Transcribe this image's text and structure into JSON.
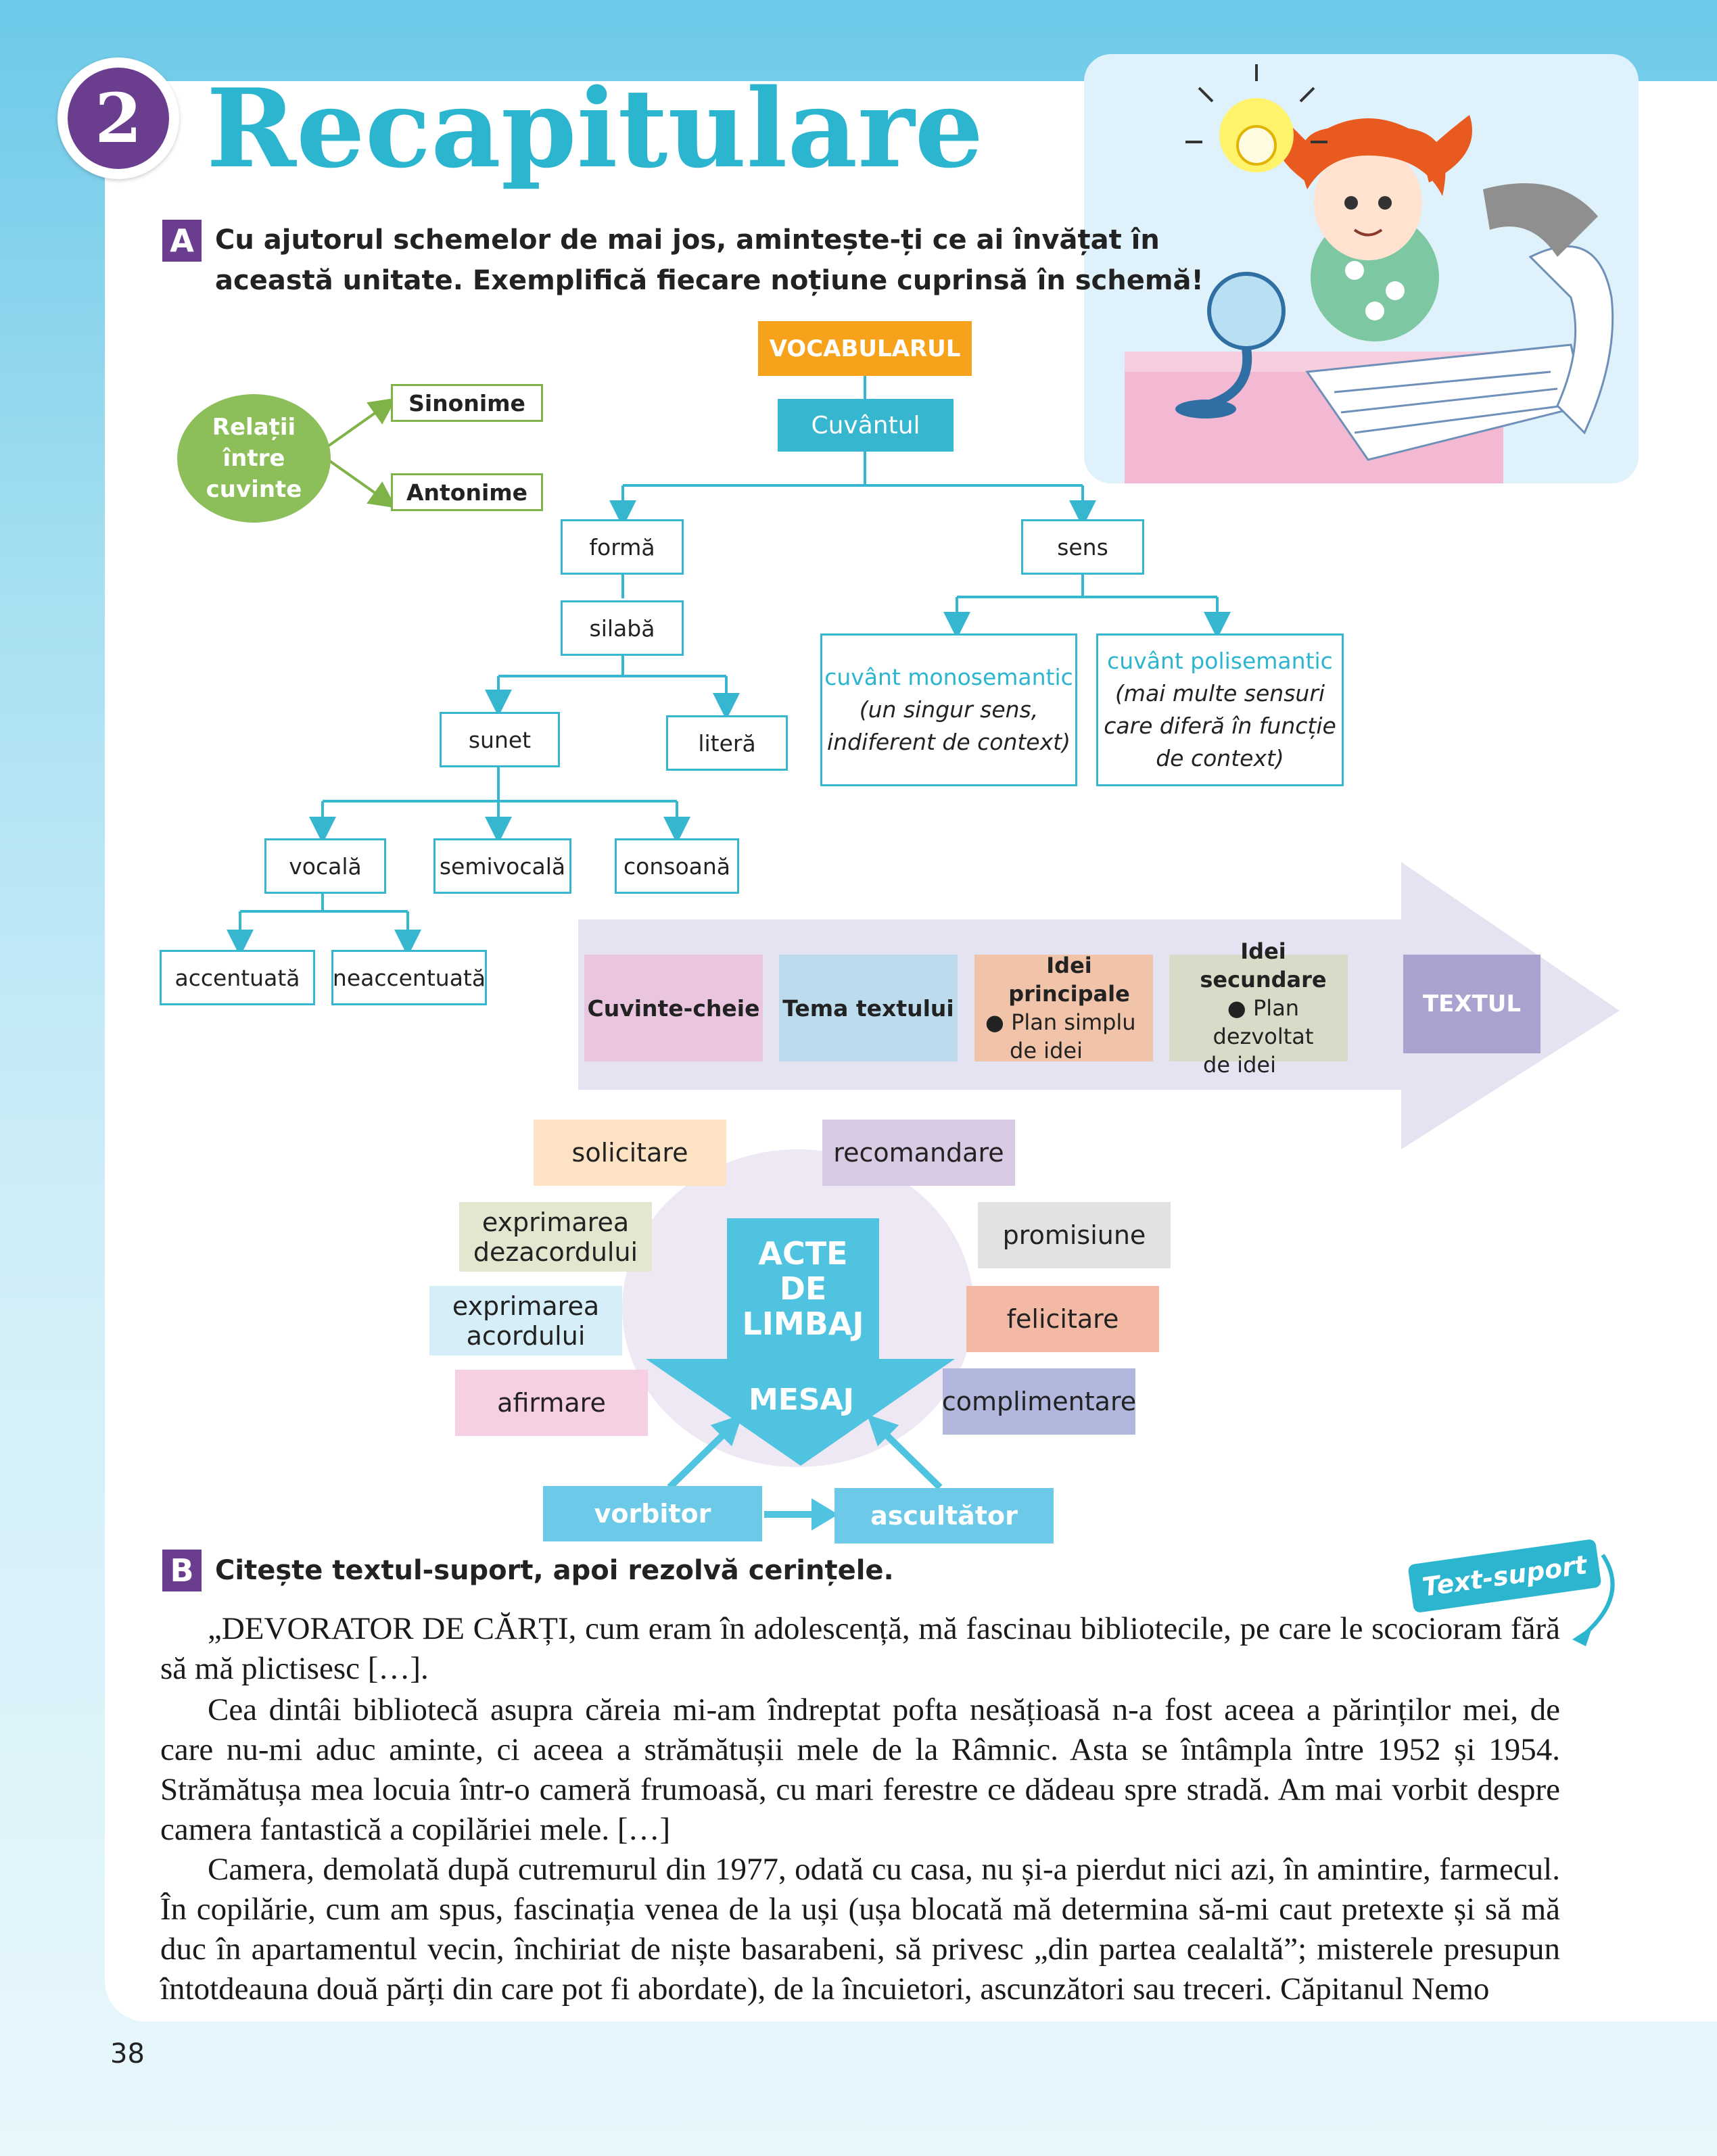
{
  "page_number": "38",
  "unit_number": "2",
  "title": "Recapitulare",
  "sectionA": {
    "letter": "A",
    "instruction_line1": "Cu ajutorul schemelor de mai jos, amintește-ți ce ai învățat în",
    "instruction_line2": "această unitate. Exemplifică fiecare noțiune cuprinsă în schemă!"
  },
  "relations": {
    "circle_line1": "Relații",
    "circle_line2": "între",
    "circle_line3": "cuvinte",
    "synonyms": "Sinonime",
    "antonyms": "Antonime"
  },
  "vocab_tree": {
    "root": "VOCABULARUL",
    "word": "Cuvântul",
    "form": "formă",
    "meaning": "sens",
    "syllable": "silabă",
    "sound": "sunet",
    "letter": "literă",
    "vowel": "vocală",
    "semivowel": "semivocală",
    "consonant": "consoană",
    "stressed": "accentuată",
    "unstressed": "neaccentuată",
    "mono_title": "cuvânt monosemantic",
    "mono_desc1": "(un singur sens,",
    "mono_desc2": "indiferent de context)",
    "poly_title": "cuvânt polisemantic",
    "poly_desc1": "(mai multe sensuri",
    "poly_desc2": "care diferă în funcție",
    "poly_desc3": "de context)"
  },
  "text_arrow": {
    "keywords": "Cuvinte-cheie",
    "theme": "Tema textului",
    "main_ideas": "Idei principale",
    "main_ideas_item1": "Plan simplu",
    "main_ideas_item2": "de idei",
    "secondary_ideas": "Idei secundare",
    "secondary_ideas_item1": "Plan dezvoltat",
    "secondary_ideas_item2": "de idei",
    "target": "TEXTUL"
  },
  "speech_acts": {
    "center_line1": "ACTE",
    "center_line2": "DE",
    "center_line3": "LIMBAJ",
    "message": "MESAJ",
    "speaker": "vorbitor",
    "listener": "ascultător",
    "request": "solicitare",
    "recommendation": "recomandare",
    "disagreement_line1": "exprimarea",
    "disagreement_line2": "dezacordului",
    "promise": "promisiune",
    "agreement_line1": "exprimarea",
    "agreement_line2": "acordului",
    "congratulation": "felicitare",
    "statement": "afirmare",
    "compliment": "complimentare"
  },
  "sectionB": {
    "letter": "B",
    "instruction": "Citește textul-suport, apoi rezolvă cerințele.",
    "tag": "Text-suport"
  },
  "passage": {
    "p1": "„DEVORATOR DE CĂRȚI, cum eram în adolescență, mă fascinau bibliotecile, pe care le scocioram fără să mă plictisesc […].",
    "p2": "Cea dintâi bibliotecă asupra căreia mi-am îndreptat pofta nesățioasă n-a fost aceea a părinților mei, de care nu-mi aduc aminte, ci aceea a strămătușii mele de la Râmnic. Asta se întâmpla între 1952 și 1954. Strămătușa mea locuia într-o cameră frumoasă, cu mari ferestre ce dădeau spre stradă. Am mai vorbit despre camera fantastică a copilăriei mele. […]",
    "p3": "Camera, demolată după cutremurul din 1977, odată cu casa, nu și-a pierdut nici azi, în amintire, farmecul. În copilărie, cum am spus, fascinația venea de la uși (ușa blocată mă determina să-mi caut pretexte și să mă duc în apartamentul vecin, închiriat de niște basarabeni, să privesc „din partea cealaltă”; misterele presupun întotdeauna două părți din care pot fi abordate), de la încuietori, ascunzători sau treceri. Căpitanul Nemo"
  },
  "colors": {
    "accent_cyan": "#2cb5cf",
    "unit_purple": "#6a3d8f",
    "orange": "#f7a21b",
    "green": "#8cbf5a"
  }
}
